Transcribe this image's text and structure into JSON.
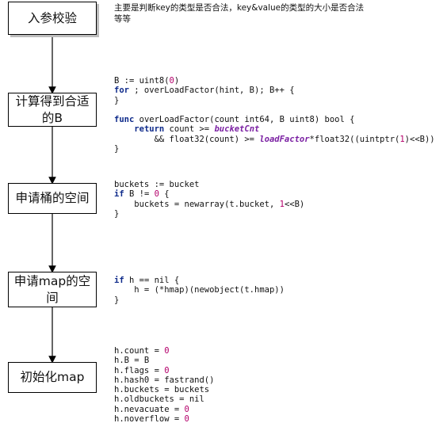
{
  "steps": [
    {
      "label": "入参校验"
    },
    {
      "label": "计算得到合适的B"
    },
    {
      "label": "申请桶的空间"
    },
    {
      "label": "申请map的空间"
    },
    {
      "label": "初始化map"
    }
  ],
  "notes": {
    "step1": "主要是判断key的类型是否合法，key&value的类型的大小是否合法等等"
  },
  "code": {
    "step2": {
      "l1a": "B := uint8(",
      "l1b": "0",
      "l1c": ")",
      "l2a": "for",
      "l2b": " ; overLoadFactor(hint, B); B++ {",
      "l3": "}",
      "l5a": "func",
      "l5b": " overLoadFactor(count int64, B uint8) bool {",
      "l6i": "    ",
      "l6a": "return",
      "l6b": " count >= ",
      "l6c": "bucketCnt",
      "l7a": "        && float32(count) >= ",
      "l7b": "loadFactor",
      "l7c": "*float32((uintptr(",
      "l7d": "1",
      "l7e": ")<<B))",
      "l8": "}"
    },
    "step3": {
      "l1": "buckets := bucket",
      "l2a": "if",
      "l2b": " B != ",
      "l2c": "0",
      "l2d": " {",
      "l3a": "    buckets = newarray(t.bucket, ",
      "l3b": "1",
      "l3c": "<<B)",
      "l4": "}"
    },
    "step4": {
      "l1a": "if",
      "l1b": " h == nil {",
      "l2": "    h = (*hmap)(newobject(t.hmap))",
      "l3": "}"
    },
    "step5": {
      "l1a": "h.count = ",
      "l1b": "0",
      "l2": "h.B = B",
      "l3a": "h.flags = ",
      "l3b": "0",
      "l4": "h.hash0 = fastrand()",
      "l5": "h.buckets = buckets",
      "l6": "h.oldbuckets = nil",
      "l7a": "h.nevacuate = ",
      "l7b": "0",
      "l8a": "h.noverflow = ",
      "l8b": "0"
    }
  }
}
